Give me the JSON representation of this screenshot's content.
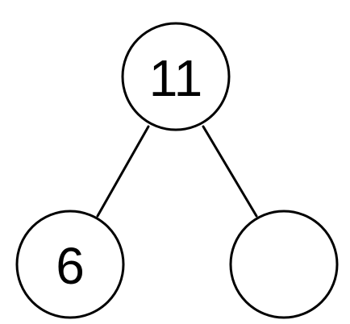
{
  "diagram": {
    "type": "number-bond",
    "nodes": {
      "whole": {
        "label": "11"
      },
      "left_part": {
        "label": "6"
      },
      "right_part": {
        "label": ""
      }
    },
    "edges": [
      {
        "from": "whole",
        "to": "left_part"
      },
      {
        "from": "whole",
        "to": "right_part"
      }
    ],
    "colors": {
      "stroke": "#000000",
      "fill": "#ffffff",
      "text": "#000000"
    }
  }
}
